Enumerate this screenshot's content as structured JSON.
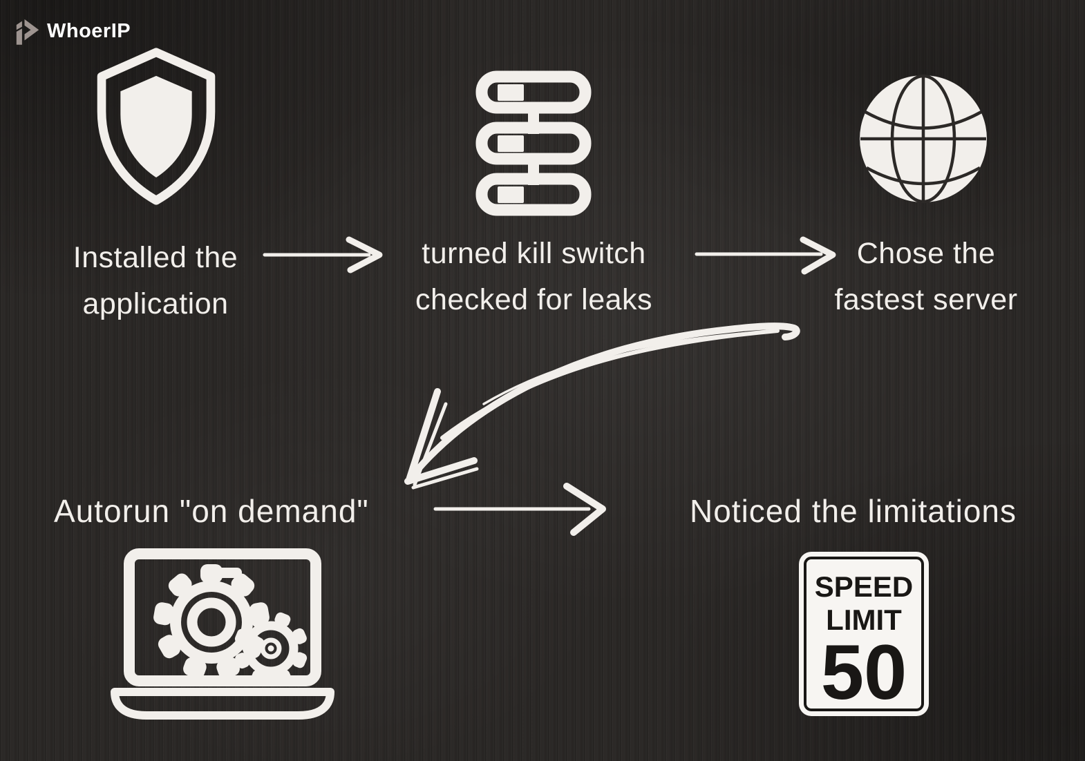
{
  "logo": {
    "text": "WhoerIP",
    "mark_color": "#9e9490"
  },
  "colors": {
    "background": "#2d2a28",
    "ink": "#f2efeb",
    "sign_background": "#f7f5f2",
    "sign_ink": "#191715"
  },
  "steps": [
    {
      "id": "step1",
      "icon": "shield-icon",
      "lines": [
        "Installed the",
        "application"
      ]
    },
    {
      "id": "step2",
      "icon": "server-stack-icon",
      "lines": [
        "turned kill switch",
        "checked for leaks"
      ]
    },
    {
      "id": "step3",
      "icon": "globe-icon",
      "lines": [
        "Chose the",
        "fastest server"
      ]
    },
    {
      "id": "step4",
      "icon": "laptop-gears-icon",
      "lines": [
        "Autorun \"on demand\""
      ]
    },
    {
      "id": "step5",
      "icon": "speed-limit-sign",
      "lines": [
        "Noticed the limitations"
      ]
    }
  ],
  "sign": {
    "word1": "SPEED",
    "word2": "LIMIT",
    "value": "50"
  },
  "arrows": [
    "arrow-step1-to-step2",
    "arrow-step2-to-step3",
    "curved-arrow-step3-to-step4",
    "arrow-step4-to-step5"
  ]
}
